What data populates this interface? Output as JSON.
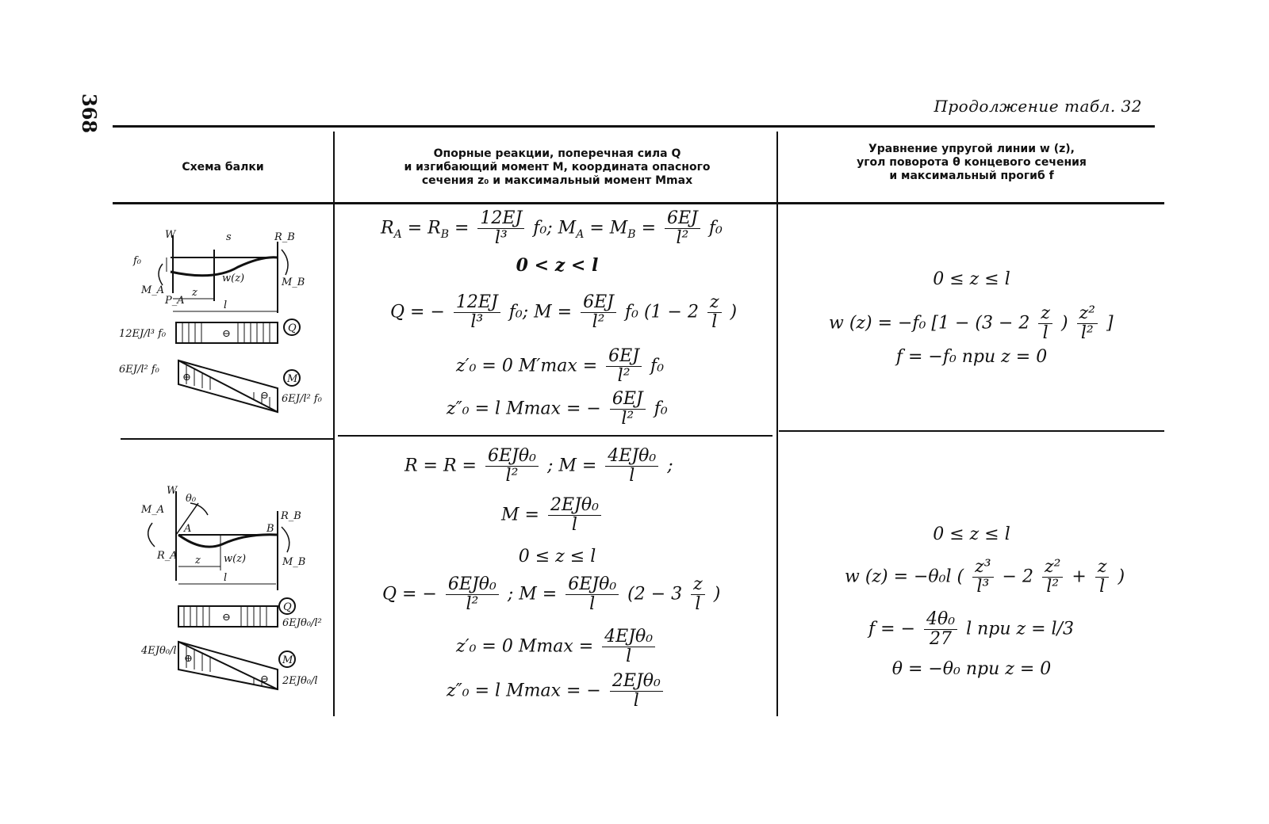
{
  "page_number": "368",
  "continuation": "Продолжение табл. 32",
  "columns": [
    {
      "lines": [
        "Схема балки"
      ]
    },
    {
      "lines": [
        "Опорные реакции, поперечная сила Q",
        "и изгибающий момент M, координата опасного",
        "сечения z₀ и максимальный момент Mmax"
      ]
    },
    {
      "lines": [
        "Уравнение упругой линии w (z),",
        "угол поворота θ концевого сечения",
        "и максимальный прогиб f"
      ]
    }
  ],
  "row1": {
    "diagram": {
      "labels": [
        "W",
        "s",
        "R_B",
        "f₀",
        "w(z)",
        "M_A",
        "P_A",
        "z",
        "l",
        "M_B"
      ],
      "q_label": "12EJ/l³ f₀",
      "q_circle": "Q",
      "q_sign": "⊖",
      "m_left": "6EJ/l² f₀",
      "m_right": "6EJ/l² f₀",
      "m_circle": "M",
      "m_plus": "⊕",
      "m_minus": "⊖"
    },
    "mid": {
      "ra": "R",
      "eq1": "= R",
      "frac1_n": "12EJ",
      "frac1_d": "l³",
      "f0": "f₀; ",
      "ma": "M",
      "eq2": "= M",
      "frac2_n": "6EJ",
      "frac2_d": "l²",
      "f0b": "f₀",
      "range": "0 < z < l",
      "q": "Q = −",
      "qfrac_n": "12EJ",
      "qfrac_d": "l³",
      "qtail": "f₀;  M =",
      "mfrac_n": "6EJ",
      "mfrac_d": "l²",
      "mtail": "f₀ (1 − 2",
      "mz_n": "z",
      "mz_d": "l",
      "mclose": ")",
      "z1": "z′₀ = 0   M′max =",
      "z1frac_n": "6EJ",
      "z1frac_d": "l²",
      "z1tail": "f₀",
      "z2": "z″₀ = l   Mmax = −",
      "z2frac_n": "6EJ",
      "z2frac_d": "l²",
      "z2tail": "f₀"
    },
    "right": {
      "range": "0 ≤ z ≤ l",
      "w": "w (z) = −f₀ [1 − (3 − 2",
      "wz_n": "z",
      "wz_d": "l",
      "wmid": ")",
      "wz2_n": "z²",
      "wz2_d": "l²",
      "wclose": "]",
      "f": "f = −f₀  при  z = 0"
    }
  },
  "row2": {
    "diagram": {
      "labels": [
        "W",
        "θ₀",
        "M_A",
        "A",
        "B",
        "R_B",
        "R_A",
        "z",
        "w(z)",
        "M_B",
        "l"
      ],
      "q_label": "6EJθ₀/l²",
      "q_circle": "Q",
      "q_sign": "⊖",
      "m_left": "4EJθ₀/l",
      "m_right": "2EJθ₀/l",
      "m_circle": "M",
      "m_plus": "⊕",
      "m_minus": "⊖"
    },
    "mid": {
      "l1": "R = R =",
      "l1frac_n": "6EJθ₀",
      "l1frac_d": "l²",
      "l1mid": ";   M =",
      "l1frac2_n": "4EJθ₀",
      "l1frac2_d": "l",
      "l1tail": ";",
      "l2": "M =",
      "l2frac_n": "2EJθ₀",
      "l2frac_d": "l",
      "range": "0 ≤ z ≤ l",
      "q": "Q = −",
      "qfrac_n": "6EJθ₀",
      "qfrac_d": "l²",
      "qmid": ";     M =",
      "mfrac_n": "6EJθ₀",
      "mfrac_d": "l",
      "mtail": "(2 − 3",
      "mz_n": "z",
      "mz_d": "l",
      "mclose": ")",
      "z1": "z′₀ = 0   Mmax =",
      "z1frac_n": "4EJθ₀",
      "z1frac_d": "l",
      "z2": "z″₀ = l   Mmax = −",
      "z2frac_n": "2EJθ₀",
      "z2frac_d": "l"
    },
    "right": {
      "range": "0 ≤ z ≤ l",
      "w": "w (z) = −θ₀l (",
      "wz3_n": "z³",
      "wz3_d": "l³",
      "wmid1": "− 2",
      "wz2_n": "z²",
      "wz2_d": "l²",
      "wmid2": "+",
      "wz_n": "z",
      "wz_d": "l",
      "wclose": ")",
      "f": "f = −",
      "ffrac_n": "4θ₀",
      "ffrac_d": "27",
      "ftail": "l  при  z = l/3",
      "theta": "θ = −θ₀  при  z = 0"
    }
  }
}
